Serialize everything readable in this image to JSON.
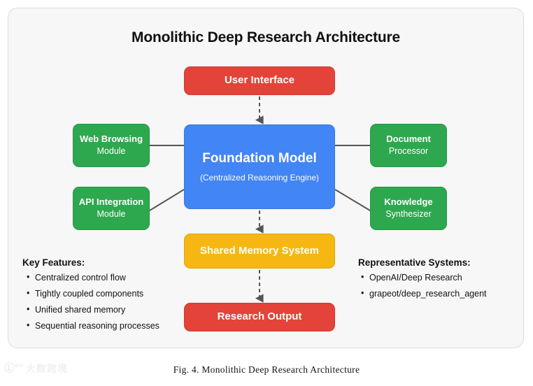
{
  "figure": {
    "title": "Monolithic Deep Research Architecture",
    "caption": "Fig. 4.  Monolithic Deep Research Architecture"
  },
  "nodes": {
    "user_interface": {
      "title": "User Interface"
    },
    "foundation_model": {
      "title": "Foundation Model",
      "subtitle": "(Centralized Reasoning Engine)"
    },
    "web_browsing": {
      "title": "Web Browsing",
      "subtitle": "Module"
    },
    "api_integration": {
      "title": "API Integration",
      "subtitle": "Module"
    },
    "document_processor": {
      "title": "Document",
      "subtitle": "Processor"
    },
    "knowledge_synthesizer": {
      "title": "Knowledge",
      "subtitle": "Synthesizer"
    },
    "shared_memory": {
      "title": "Shared Memory System"
    },
    "research_output": {
      "title": "Research Output"
    }
  },
  "key_features": {
    "heading": "Key Features:",
    "items": [
      "Centralized control flow",
      "Tightly coupled components",
      "Unified shared memory",
      "Sequential reasoning processes"
    ]
  },
  "representative_systems": {
    "heading": "Representative Systems:",
    "items": [
      "OpenAI/Deep Research",
      "grapeot/deep_research_agent"
    ]
  },
  "watermark": {
    "mark": "Ⓛ°°",
    "text": "大数跨境"
  },
  "colors": {
    "red": "#e4433a",
    "green": "#2ea84f",
    "blue": "#4285f4",
    "yellow": "#f6b712",
    "connector": "#555555",
    "card_background": "#f7f7f7",
    "card_border": "#dcdcdc"
  }
}
